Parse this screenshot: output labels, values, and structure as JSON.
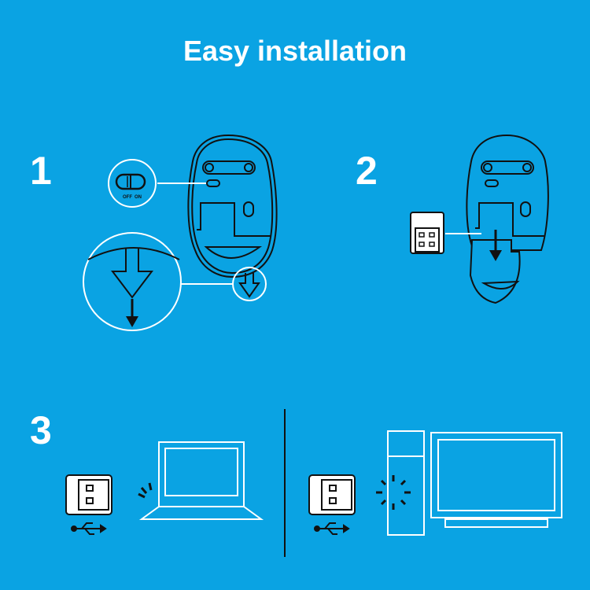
{
  "title": "Easy installation",
  "steps": [
    "1",
    "2",
    "3"
  ],
  "switch_labels": {
    "off": "OFF",
    "on": "ON"
  },
  "colors": {
    "background": "#0aa3e3",
    "line_dark": "#111111",
    "line_light": "#ffffff"
  },
  "icons": [
    "mouse-underside-icon",
    "power-switch-icon",
    "receiver-slot-arrow-icon",
    "usb-receiver-icon",
    "usb-symbol-icon",
    "laptop-icon",
    "desktop-pc-icon",
    "monitor-icon"
  ]
}
